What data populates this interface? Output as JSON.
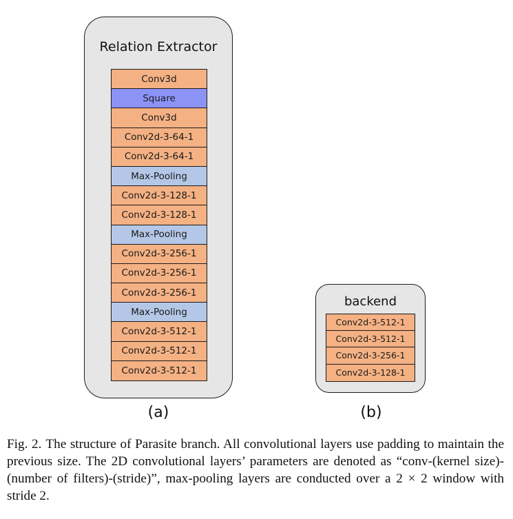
{
  "panel_a": {
    "title": "Relation Extractor",
    "label": "(a)",
    "layers": [
      {
        "text": "Conv3d",
        "type": "conv"
      },
      {
        "text": "Square",
        "type": "square"
      },
      {
        "text": "Conv3d",
        "type": "conv"
      },
      {
        "text": "Conv2d-3-64-1",
        "type": "conv"
      },
      {
        "text": "Conv2d-3-64-1",
        "type": "conv"
      },
      {
        "text": "Max-Pooling",
        "type": "pool"
      },
      {
        "text": "Conv2d-3-128-1",
        "type": "conv"
      },
      {
        "text": "Conv2d-3-128-1",
        "type": "conv"
      },
      {
        "text": "Max-Pooling",
        "type": "pool"
      },
      {
        "text": "Conv2d-3-256-1",
        "type": "conv"
      },
      {
        "text": "Conv2d-3-256-1",
        "type": "conv"
      },
      {
        "text": "Conv2d-3-256-1",
        "type": "conv"
      },
      {
        "text": "Max-Pooling",
        "type": "pool"
      },
      {
        "text": "Conv2d-3-512-1",
        "type": "conv"
      },
      {
        "text": "Conv2d-3-512-1",
        "type": "conv"
      },
      {
        "text": "Conv2d-3-512-1",
        "type": "conv"
      }
    ]
  },
  "panel_b": {
    "title": "backend",
    "label": "(b)",
    "layers": [
      {
        "text": "Conv2d-3-512-1",
        "type": "conv"
      },
      {
        "text": "Conv2d-3-512-1",
        "type": "conv"
      },
      {
        "text": "Conv2d-3-256-1",
        "type": "conv"
      },
      {
        "text": "Conv2d-3-128-1",
        "type": "conv"
      }
    ]
  },
  "caption": {
    "fig_number": "Fig. 2.",
    "text": "The structure of Parasite branch. All convolutional layers use padding to maintain the previous size. The 2D convolutional layers’ parameters are denoted as “conv-(kernel size)-(number of filters)-(stride)”, max-pooling layers are conducted over a 2 × 2 window with stride 2."
  },
  "colors": {
    "conv": "#f4b183",
    "square": "#8c93f7",
    "pool": "#b4c7e7",
    "panel_background": "#e6e6e6",
    "border": "#1a1a1a"
  }
}
